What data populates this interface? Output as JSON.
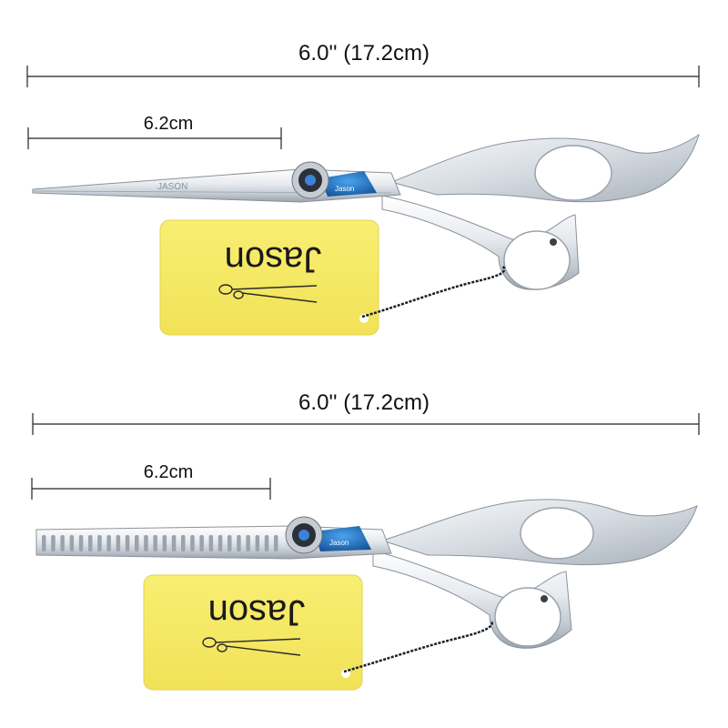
{
  "top_panel": {
    "overall_length_label": "6.0'' (17.2cm)",
    "blade_length_label": "6.2cm",
    "blade_engraving": "JASON",
    "pivot_badge_text": "Jason",
    "tag_brand_text": "Jason",
    "tag_color": "#f6ea63"
  },
  "bottom_panel": {
    "overall_length_label": "6.0'' (17.2cm)",
    "blade_length_label": "6.2cm",
    "pivot_badge_text": "Jason",
    "tag_brand_text": "Jason",
    "tag_color": "#f6ea63"
  },
  "colors": {
    "steel_light": "#f4f6f8",
    "steel_mid": "#c9cfd6",
    "steel_dark": "#8a929b",
    "badge_blue": "#1f74c8",
    "cord": "#1a1f2a"
  }
}
